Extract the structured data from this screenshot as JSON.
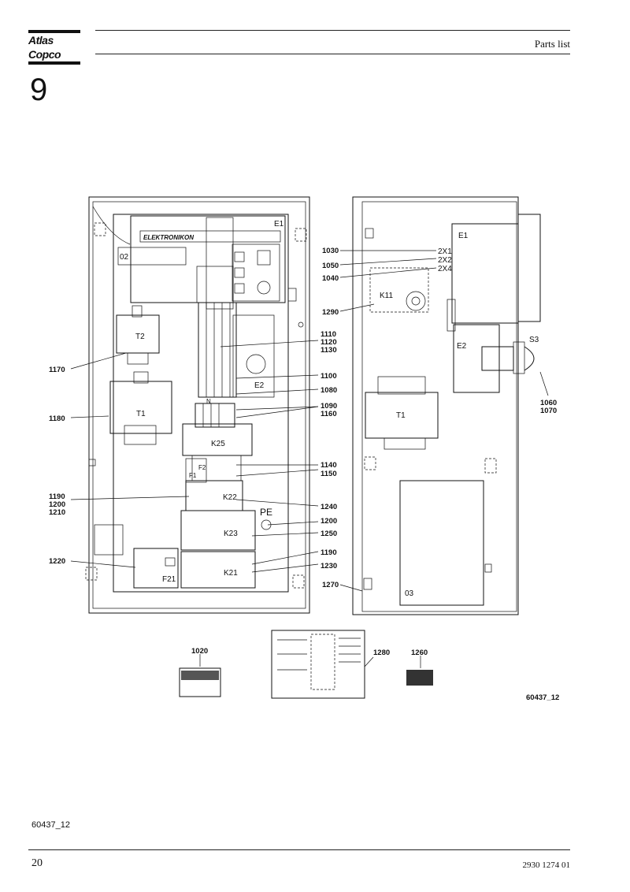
{
  "header": {
    "brand": "Atlas Copco",
    "title": "Parts list",
    "section_number": "9"
  },
  "figure": {
    "panel_title": "ELEKTRONIKON",
    "component_tags": {
      "e1_left": "E1",
      "o2": "02",
      "t2": "T2",
      "t1_left": "T1",
      "e2_left": "E2",
      "k25": "K25",
      "f1": "F1",
      "f2": "F2",
      "k22": "K22",
      "k23": "K23",
      "k21": "K21",
      "f21": "F21",
      "pe": "PE",
      "n": "N",
      "e1_right": "E1",
      "e2_right": "E2",
      "s3": "S3",
      "k11": "K11",
      "t1_right": "T1",
      "o3": "03",
      "x1": "2X1",
      "x2": "2X2",
      "x4": "2X4"
    },
    "callouts": {
      "c1030": "1030",
      "c1050": "1050",
      "c1040": "1040",
      "c1290": "1290",
      "c1110": "1110",
      "c1120": "1120",
      "c1130": "1130",
      "c1100": "1100",
      "c1080": "1080",
      "c1090": "1090",
      "c1160": "1160",
      "c1140": "1140",
      "c1150": "1150",
      "c1240": "1240",
      "c1200a": "1200",
      "c1250": "1250",
      "c1190a": "1190",
      "c1230": "1230",
      "c1270": "1270",
      "c1170": "1170",
      "c1180": "1180",
      "c1190b": "1190",
      "c1200b": "1200",
      "c1210": "1210",
      "c1220": "1220",
      "c1060": "1060",
      "c1070": "1070",
      "c1020": "1020",
      "c1280": "1280",
      "c1260": "1260"
    },
    "figure_id": "60437_12"
  },
  "footer": {
    "figure_ref": "60437_12",
    "page_number": "20",
    "document_number": "2930 1274 01"
  }
}
